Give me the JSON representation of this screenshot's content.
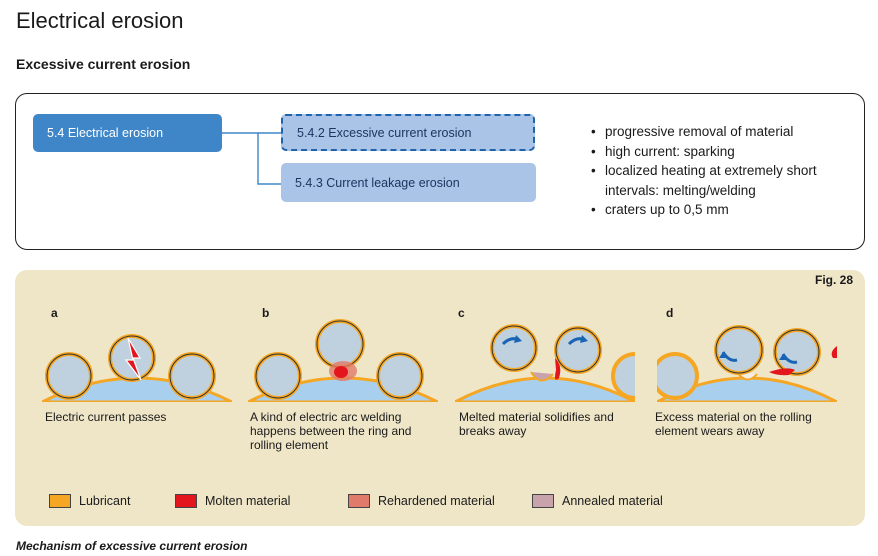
{
  "title": "Electrical erosion",
  "section": "Excessive current erosion",
  "tree": {
    "main": "5.4 Electrical erosion",
    "selected": "5.4.2 Excessive current erosion",
    "other": "5.4.3 Current leakage erosion"
  },
  "bullets": [
    "progressive removal of material",
    "high current: sparking",
    "localized heating at extremely short intervals: melting/welding",
    "craters up to 0,5 mm"
  ],
  "figure": {
    "label": "Fig. 28",
    "panels": [
      {
        "letter": "a",
        "caption": "Electric current passes"
      },
      {
        "letter": "b",
        "caption": "A kind of electric arc welding happens between the ring and rolling element"
      },
      {
        "letter": "c",
        "caption": "Melted material solidifies and breaks away"
      },
      {
        "letter": "d",
        "caption": "Excess material on the rolling element wears away"
      }
    ],
    "legend": [
      {
        "label": "Lubricant",
        "color": "#f5a623"
      },
      {
        "label": "Molten material",
        "color": "#e3161d"
      },
      {
        "label": "Rehardened material",
        "color": "#e07a6a"
      },
      {
        "label": "Annealed material",
        "color": "#c9a3ab"
      }
    ]
  },
  "caption": "Mechanism of excessive current erosion"
}
